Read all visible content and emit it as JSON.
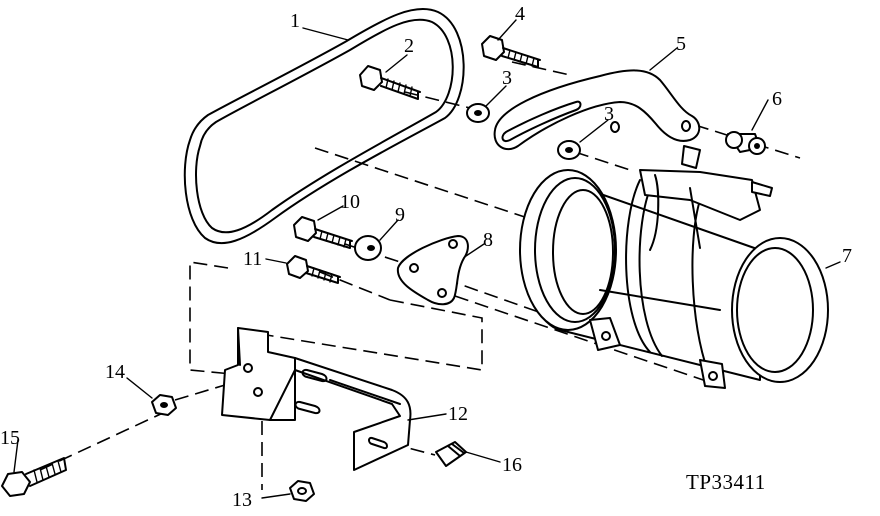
{
  "figure_id": "TP33411",
  "callouts": [
    "1",
    "2",
    "3",
    "3",
    "4",
    "5",
    "6",
    "7",
    "8",
    "9",
    "10",
    "11",
    "12",
    "13",
    "14",
    "15",
    "16"
  ]
}
